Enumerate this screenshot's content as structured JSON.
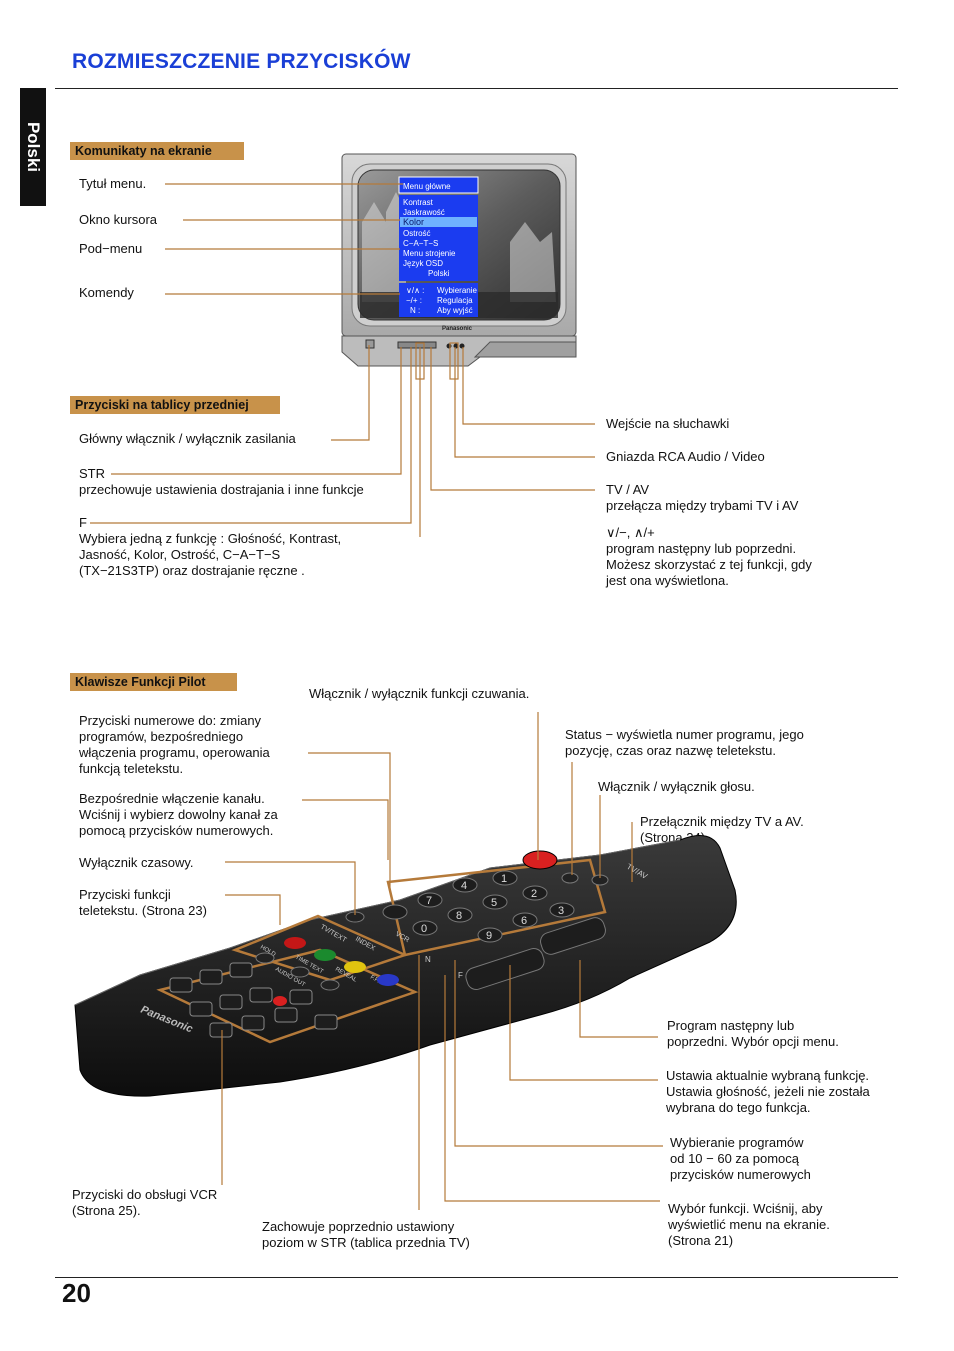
{
  "header": {
    "title": "ROZMIESZCZENIE PRZYCISKÓW",
    "language_tab": "Polski"
  },
  "section_onscreen": {
    "heading": "Komunikaty na ekranie",
    "labels": [
      "Tytuł  menu.",
      "Okno kursora",
      "Pod−menu",
      "Komendy"
    ]
  },
  "tv_screen": {
    "menu_title": "Menu główne",
    "items": [
      "Kontrast",
      "Jaskrawość",
      "Kolor",
      "Ostrość",
      "C−A−T−S",
      "Menu strojenie",
      "Język OSD",
      "Polski"
    ],
    "commands": [
      {
        "key": "∨/∧ :",
        "desc": "Wybieranie"
      },
      {
        "key": "−/+ :",
        "desc": "Regulacja"
      },
      {
        "key": "N :",
        "desc": "Aby wyjść"
      }
    ],
    "brand": "Panasonic"
  },
  "section_front": {
    "heading": "Przyciski na tablicy przedniej",
    "left": [
      "Główny włącznik / wyłącznik zasilania",
      "STR\nprzechowuje ustawienia dostrajania i inne funkcje",
      "F\nWybiera jedną z funkcję : Głośność, Kontrast,\nJasność, Kolor, Ostrość, C−A−T−S\n(TX−21S3TP) oraz dostrajanie ręczne ."
    ],
    "right": [
      "Wejście na słuchawki",
      "Gniazda RCA Audio / Video",
      "TV / AV\nprzełącza między trybami TV i AV",
      "∨/−, ∧/+\nprogram następny lub poprzedni.\nMożesz skorzystać z tej funkcji, gdy\njest ona wyświetlona."
    ]
  },
  "section_remote": {
    "heading": "Klawisze Funkcji Pilot",
    "standby": "Włącznik / wyłącznik funkcji czuwania.",
    "left": [
      "Przyciski numerowe do: zmiany\nprogramów, bezpośredniego\nwłączenia programu, operowania\nfunkcją teletekstu.",
      "Bezpośrednie włączenie kanału.\nWciśnij i wybierz dowolny kanał za\npomocą przycisków numerowych.",
      "Wyłącznik czasowy.",
      "Przyciski funkcji\nteletekstu. (Strona 23)",
      "Przyciski do obsługi VCR\n(Strona 25)."
    ],
    "bottom": "Zachowuje poprzednio ustawiony\npoziom w STR (tablica przednia TV)",
    "right": [
      "Status  −  wyświetla numer programu, jego\npozycję, czas oraz nazwę teletekstu.",
      "Włącznik / wyłącznik głosu.",
      "Przełącznik między TV a AV.\n(Strona 24)",
      "Program następny lub\npoprzedni. Wybór opcji menu.",
      "Ustawia aktualnie wybraną funkcję.\nUstawia głośność, jeżeli nie została\nwybrana do tego funkcja.",
      "Wybieranie programów\nod 10  −  60 za pomocą\nprzycisków numerowych",
      "Wybór funkcji. Wciśnij, aby\nwyświetlić menu na ekranie.\n(Strona 21)"
    ],
    "remote_labels": {
      "brand": "Panasonic",
      "numbers": [
        "1",
        "2",
        "3",
        "4",
        "5",
        "6",
        "7",
        "8",
        "9",
        "0"
      ],
      "tv_text": "TV/TEXT",
      "index": "INDEX",
      "vcr": "VCR",
      "tvav": "TV/AV",
      "n": "N",
      "f": "F",
      "hold": "HOLD",
      "time_text": "TIME TEXT",
      "reveal": "REVEAL",
      "audio_out": "AUDIO OUT",
      "fp": "F.P."
    }
  },
  "footer": {
    "page_number": "20"
  }
}
